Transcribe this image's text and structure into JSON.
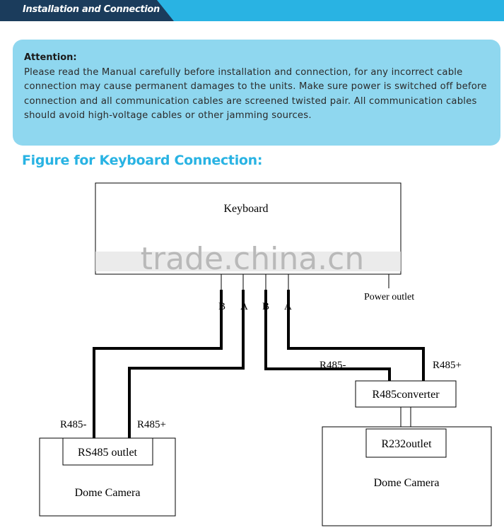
{
  "header": {
    "section_title": "Installation and Connection"
  },
  "attention": {
    "heading": "Attention:",
    "body": "Please read the Manual carefully before installation and connection, for any incorrect cable connection may cause permanent damages to the units. Make sure power is switched off before connection and all communication cables are screened twisted pair. All communication cables should avoid high-voltage cables or other jamming sources."
  },
  "figure": {
    "title": "Figure for Keyboard Connection:",
    "keyboard": "Keyboard",
    "power_outlet": "Power outlet",
    "pins": [
      "B",
      "A",
      "B",
      "A"
    ],
    "left_r485_minus": "R485-",
    "left_r485_plus": "R485+",
    "right_r485_minus": "R485-",
    "right_r485_plus": "R485+",
    "rs485_outlet": "RS485 outlet",
    "dome_camera_left": "Dome Camera",
    "r485_converter": "R485converter",
    "r232_outlet": "R232outlet",
    "dome_camera_right": "Dome Camera",
    "watermark": "trade.china.cn"
  },
  "colors": {
    "accent": "#29b3e3",
    "attention_bg": "#8fd7ef"
  }
}
